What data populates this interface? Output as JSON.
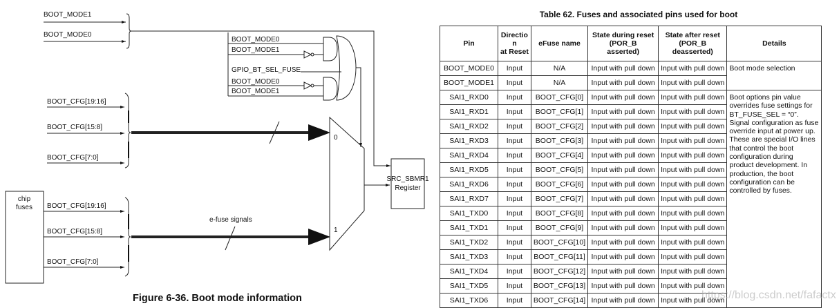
{
  "figure": {
    "caption": "Figure 6-36. Boot mode information",
    "inputs_top": [
      "BOOT_MODE1",
      "BOOT_MODE0"
    ],
    "gate_labels": [
      "BOOT_MODE0",
      "BOOT_MODE1",
      "GPIO_BT_SEL_FUSE",
      "BOOT_MODE0",
      "BOOT_MODE1"
    ],
    "cfg_group1": [
      "BOOT_CFG[19:16]",
      "BOOT_CFG[15:8]",
      "BOOT_CFG[7:0]"
    ],
    "cfg_group2": [
      "BOOT_CFG[19:16]",
      "BOOT_CFG[15:8]",
      "BOOT_CFG[7:0]"
    ],
    "chip_fuses": [
      "chip",
      "fuses"
    ],
    "efuse_label": "e-fuse signals",
    "mux_in0": "0",
    "mux_in1": "1",
    "register": [
      "SRC_SBMR1",
      "Register"
    ]
  },
  "table": {
    "title": "Table 62. Fuses and associated pins used for boot",
    "headers": [
      [
        "Pin"
      ],
      [
        "Directio",
        "n",
        "at Reset"
      ],
      [
        "eFuse name"
      ],
      [
        "State during reset",
        "(POR_B",
        "asserted)"
      ],
      [
        "State after reset",
        "(POR_B",
        "deasserted)"
      ],
      [
        "Details"
      ]
    ],
    "rows": [
      [
        "BOOT_MODE0",
        "Input",
        "N/A",
        "Input with pull down",
        "Input with pull down"
      ],
      [
        "BOOT_MODE1",
        "Input",
        "N/A",
        "Input with pull down",
        "Input with pull down"
      ],
      [
        "SAI1_RXD0",
        "Input",
        "BOOT_CFG[0]",
        "Input with pull down",
        "Input with pull down"
      ],
      [
        "SAI1_RXD1",
        "Input",
        "BOOT_CFG[1]",
        "Input with pull down",
        "Input with pull down"
      ],
      [
        "SAI1_RXD2",
        "Input",
        "BOOT_CFG[2]",
        "Input with pull down",
        "Input with pull down"
      ],
      [
        "SAI1_RXD3",
        "Input",
        "BOOT_CFG[3]",
        "Input with pull down",
        "Input with pull down"
      ],
      [
        "SAI1_RXD4",
        "Input",
        "BOOT_CFG[4]",
        "Input with pull down",
        "Input with pull down"
      ],
      [
        "SAI1_RXD5",
        "Input",
        "BOOT_CFG[5]",
        "Input with pull down",
        "Input with pull down"
      ],
      [
        "SAI1_RXD6",
        "Input",
        "BOOT_CFG[6]",
        "Input with pull down",
        "Input with pull down"
      ],
      [
        "SAI1_RXD7",
        "Input",
        "BOOT_CFG[7]",
        "Input with pull down",
        "Input with pull down"
      ],
      [
        "SAI1_TXD0",
        "Input",
        "BOOT_CFG[8]",
        "Input with pull down",
        "Input with pull down"
      ],
      [
        "SAI1_TXD1",
        "Input",
        "BOOT_CFG[9]",
        "Input with pull down",
        "Input with pull down"
      ],
      [
        "SAI1_TXD2",
        "Input",
        "BOOT_CFG[10]",
        "Input with pull down",
        "Input with pull down"
      ],
      [
        "SAI1_TXD3",
        "Input",
        "BOOT_CFG[11]",
        "Input with pull down",
        "Input with pull down"
      ],
      [
        "SAI1_TXD4",
        "Input",
        "BOOT_CFG[12]",
        "Input with pull down",
        "Input with pull down"
      ],
      [
        "SAI1_TXD5",
        "Input",
        "BOOT_CFG[13]",
        "Input with pull down",
        "Input with pull down"
      ],
      [
        "SAI1_TXD6",
        "Input",
        "BOOT_CFG[14]",
        "Input with pull down",
        "Input with pull down"
      ]
    ],
    "details": [
      {
        "text": "Boot mode selection",
        "rowspan": 2
      },
      {
        "text": "Boot options pin value overrides fuse settings for BT_FUSE_SEL = “0”. Signal configuration as fuse override input at power up. These are special I/O lines that control the boot configuration during product development. In production, the boot configuration can be controlled by fuses.",
        "rowspan": 15
      }
    ]
  },
  "watermark": "https://blog.csdn.net/fafactx"
}
